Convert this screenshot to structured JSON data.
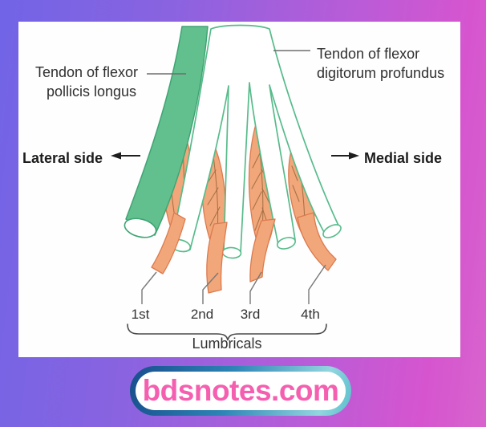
{
  "background": {
    "gradient_left": "#7164e6",
    "gradient_right": "#d764cd"
  },
  "figure": {
    "labels": {
      "fpl_line1": "Tendon of flexor",
      "fpl_line2": "pollicis longus",
      "fdp_line1": "Tendon of flexor",
      "fdp_line2": "digitorum profundus",
      "lateral": "Lateral side",
      "medial": "Medial side",
      "group": "Lumbricals",
      "lumbricals": [
        "1st",
        "2nd",
        "3rd",
        "4th"
      ]
    },
    "colors": {
      "tendon_green": "#62c08e",
      "tendon_green_outline": "#3fa473",
      "fan_outline_green": "#57bb8b",
      "muscle_orange": "#f2a77a",
      "muscle_outline": "#dc7a4e",
      "muscle_vein": "#9a6a3e",
      "label_text": "#2f2f2f"
    }
  },
  "footer": {
    "button_label": "bdsnotes.com",
    "button_text_color": "#f55fb0",
    "button_border_start": "#174e8c",
    "button_border_end": "#59bfcc"
  }
}
